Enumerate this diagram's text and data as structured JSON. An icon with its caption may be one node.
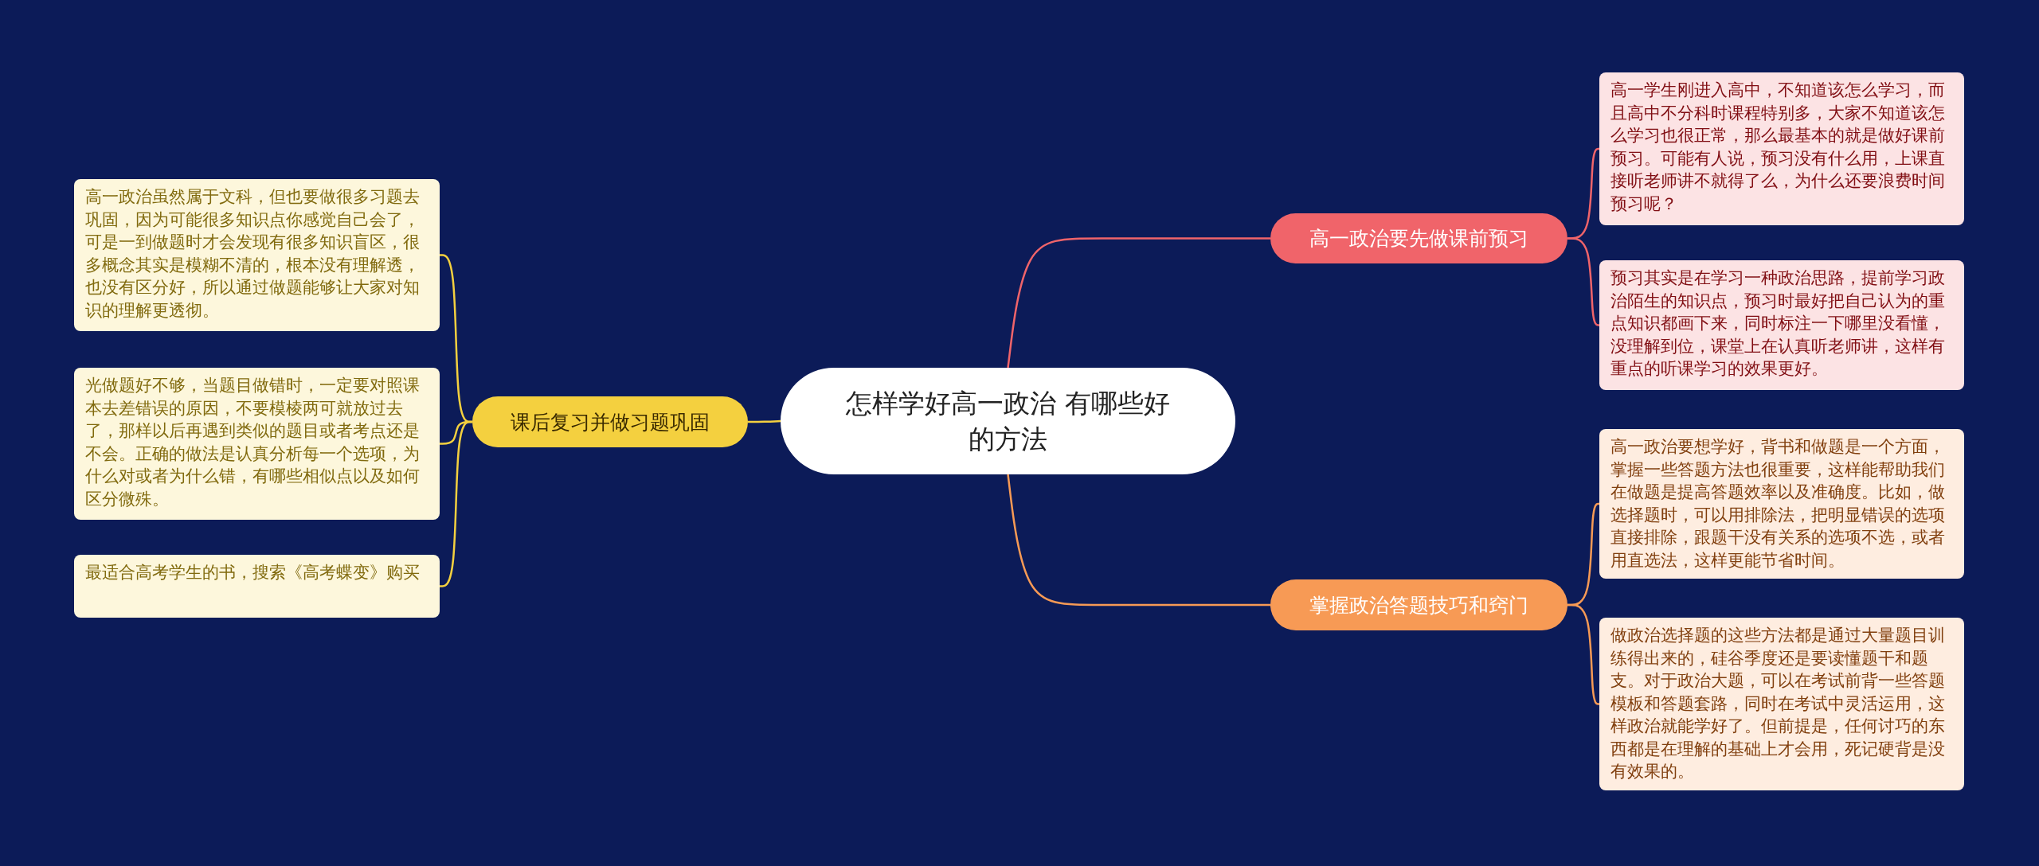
{
  "diagram": {
    "nodes": [
      {
        "text": [
          "怎样学好高一政治 有哪些好的方法"
        ]
      },
      {
        "text": [
          "高一政治要先做课前预习"
        ]
      },
      {
        "text": [
          "高一学生刚进入高中，不知道该怎么学习，而且高中不分科时课程特别多，大家不知道该怎么学习也很正常，那么最基本的就是做好课前预习。可能有人说，预习没有什么用，上课直接听老师讲不就得了么，为什么还要浪费时间预习呢？"
        ]
      },
      {
        "text": [
          "预习其实是在学习一种政治思路，提前学习政治陌生的知识点，预习时最好把自己认为的重点知识都画下来，同时标注一下哪里没看懂，没理解到位，课堂上在认真听老师讲，这样有重点的听课学习的效果更好。"
        ]
      },
      {
        "text": [
          "掌握政治答题技巧和窍门"
        ]
      },
      {
        "text": [
          "高一政治要想学好，背书和做题是一个方面，掌握一些答题方法也很重要，这样能帮助我们在做题是提高答题效率以及准确度。比如，做选择题时，可以用排除法，把明显错误的选项直接排除，跟题干没有关系的选项不选，或者用直选法，这样更能节省时间。"
        ]
      },
      {
        "text": [
          "做政治选择题的这些方法都是通过大量题目训练得出来的，硅谷季度还是要读懂题干和题支。对于政治大题，可以在考试前背一些答题模板和答题套路，同时在考试中灵活运用，这样政治就能学好了。但前提是，任何讨巧的东西都是在理解的基础上才会用，死记硬背是没有效果的。"
        ]
      },
      {
        "text": [
          "课后复习并做习题巩固"
        ]
      },
      {
        "text": [
          "高一政治虽然属于文科，但也要做很多习题去巩固，因为可能很多知识点你感觉自己会了，可是一到做题时才会发现有很多知识盲区，很多概念其实是模糊不清的，根本没有理解透，也没有区分好，所以通过做题能够让大家对知识的理解更透彻。"
        ]
      },
      {
        "text": [
          "光做题好不够，当题目做错时，一定要对照课本去差错误的原因，不要模棱两可就放过去了，那样以后再遇到类似的题目或者考点还是不会。正确的做法是认真分析每一个选项，为什么对或者为什么错，有哪些相似点以及如何区分微殊。"
        ]
      },
      {
        "text": [
          "最适合高考学生的书，搜索《高考蝶变》购买"
        ]
      }
    ],
    "edges": [
      {
        "from": 0,
        "to": 1,
        "arrow": "none",
        "color": "#f0646a"
      },
      {
        "from": 1,
        "to": 2,
        "arrow": "none",
        "color": "#f0646a"
      },
      {
        "from": 1,
        "to": 3,
        "arrow": "none",
        "color": "#f0646a"
      },
      {
        "from": 0,
        "to": 4,
        "arrow": "none",
        "color": "#f79a55"
      },
      {
        "from": 4,
        "to": 5,
        "arrow": "none",
        "color": "#f79a55"
      },
      {
        "from": 4,
        "to": 6,
        "arrow": "none",
        "color": "#f79a55"
      },
      {
        "from": 0,
        "to": 7,
        "arrow": "none",
        "color": "#f4d03f"
      },
      {
        "from": 7,
        "to": 8,
        "arrow": "none",
        "color": "#f4d03f"
      },
      {
        "from": 7,
        "to": 9,
        "arrow": "none",
        "color": "#f4d03f"
      },
      {
        "from": 7,
        "to": 10,
        "arrow": "none",
        "color": "#f4d03f"
      }
    ]
  }
}
